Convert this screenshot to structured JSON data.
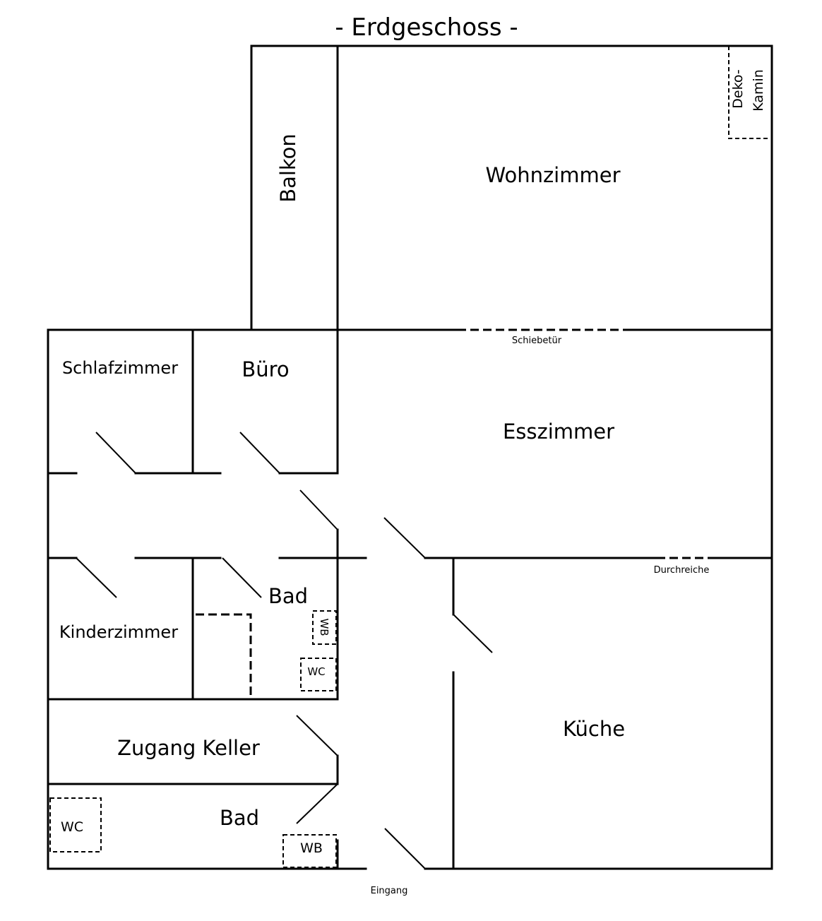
{
  "title": "- Erdgeschoss -",
  "rooms": {
    "balkon": "Balkon",
    "wohnzimmer": "Wohnzimmer",
    "schlafzimmer": "Schlafzimmer",
    "buero": "Büro",
    "esszimmer": "Esszimmer",
    "kinderzimmer": "Kinderzimmer",
    "bad_upper": "Bad",
    "zugang_keller": "Zugang Keller",
    "bad_lower": "Bad",
    "kueche": "Küche"
  },
  "fixtures": {
    "deko_line1": "Deko-",
    "deko_line2": "Kamin",
    "wb_upper": "WB",
    "wc_upper": "WC",
    "wc_lower": "WC",
    "wb_lower": "WB"
  },
  "notes": {
    "schiebetuer": "Schiebetür",
    "durchreiche": "Durchreiche",
    "eingang": "Eingang"
  }
}
